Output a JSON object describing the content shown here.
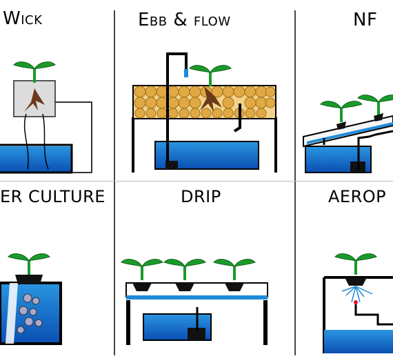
{
  "panels": {
    "wick": {
      "title": "Wick"
    },
    "ebb_flow": {
      "title": "Ebb & flow"
    },
    "nft": {
      "title": "NF"
    },
    "water_culture": {
      "title": "ER CULTURE"
    },
    "drip": {
      "title": "DRIP"
    },
    "aeroponics": {
      "title": "AEROP"
    }
  },
  "colors": {
    "water_top": "#1f8ad8",
    "water_bottom": "#0a4fb3",
    "plant": "#1b9a2a",
    "root": "#6b3a1a",
    "pebble": "#e0a944",
    "frame": "#000000",
    "divider": "#444444"
  }
}
